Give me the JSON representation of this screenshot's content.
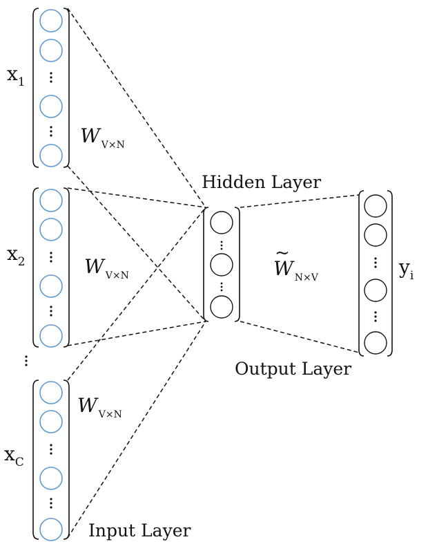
{
  "inputs": [
    {
      "var": "x",
      "sub": "1"
    },
    {
      "var": "x",
      "sub": "2"
    },
    {
      "var": "x",
      "sub": "C"
    }
  ],
  "output": {
    "var": "y",
    "sub": "i"
  },
  "weights": {
    "input": {
      "symbol": "W",
      "sub": "V×N"
    },
    "output": {
      "symbol": "W",
      "sub": "N×V",
      "accent": "~"
    }
  },
  "labels": {
    "hidden": "Hidden Layer",
    "output": "Output Layer",
    "input": "Input Layer"
  },
  "colors": {
    "input_node": "#5b9bd5",
    "line": "#111111"
  }
}
